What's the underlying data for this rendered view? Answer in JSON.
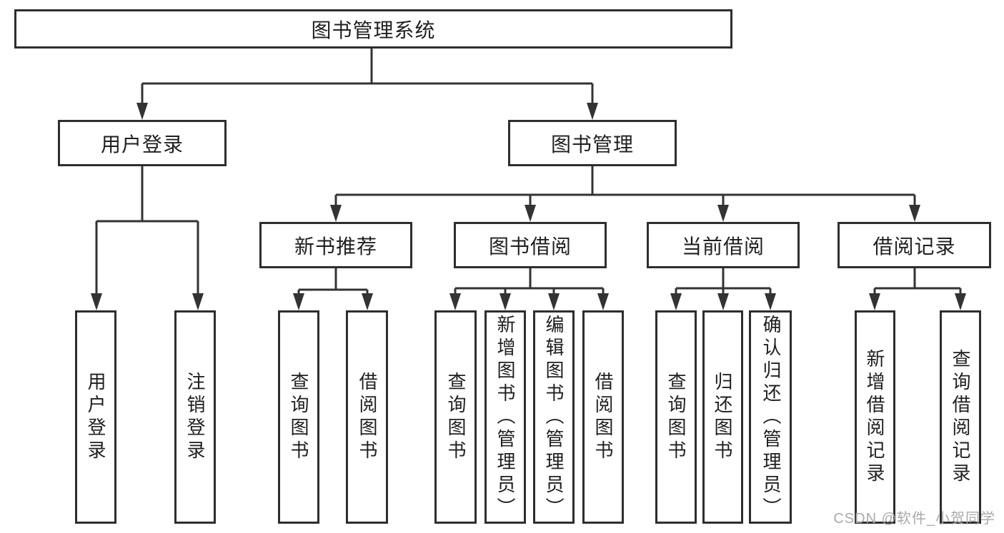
{
  "diagram": {
    "root": {
      "label": "图书管理系统"
    },
    "level2": [
      {
        "label": "用户登录"
      },
      {
        "label": "图书管理"
      }
    ],
    "level3": [
      {
        "label": "新书推荐",
        "parent": "图书管理"
      },
      {
        "label": "图书借阅",
        "parent": "图书管理"
      },
      {
        "label": "当前借阅",
        "parent": "图书管理"
      },
      {
        "label": "借阅记录",
        "parent": "图书管理"
      }
    ],
    "leaves": [
      {
        "label": "用户登录",
        "parent": "用户登录"
      },
      {
        "label": "注销登录",
        "parent": "用户登录"
      },
      {
        "label": "查询图书",
        "parent": "新书推荐"
      },
      {
        "label": "借阅图书",
        "parent": "新书推荐"
      },
      {
        "label": "查询图书",
        "parent": "图书借阅"
      },
      {
        "label": "新增图书（管理员）",
        "parent": "图书借阅"
      },
      {
        "label": "编辑图书（管理员）",
        "parent": "图书借阅"
      },
      {
        "label": "借阅图书",
        "parent": "图书借阅"
      },
      {
        "label": "查询图书",
        "parent": "当前借阅"
      },
      {
        "label": "归还图书",
        "parent": "当前借阅"
      },
      {
        "label": "确认归还（管理员）",
        "parent": "当前借阅"
      },
      {
        "label": "新增借阅记录",
        "parent": "借阅记录"
      },
      {
        "label": "查询借阅记录",
        "parent": "借阅记录"
      }
    ]
  },
  "watermark": {
    "text": "CSDN @软件_小贺同学"
  },
  "colors": {
    "line": "#333333",
    "box_border": "#2e2e2e",
    "text": "#1f1f1f",
    "watermark_text": "#a9a9a9",
    "background": "#ffffff"
  }
}
